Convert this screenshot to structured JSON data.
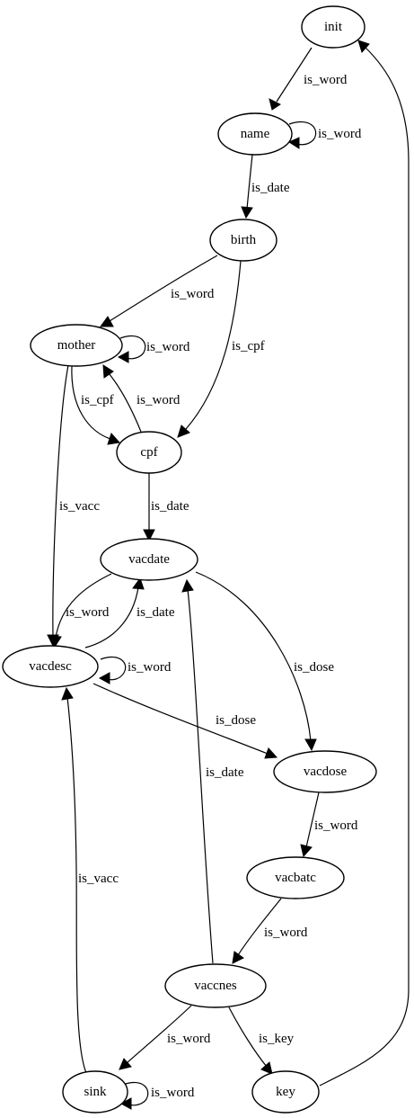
{
  "diagram": {
    "nodes": {
      "init": "init",
      "name": "name",
      "birth": "birth",
      "mother": "mother",
      "cpf": "cpf",
      "vacdate": "vacdate",
      "vacdesc": "vacdesc",
      "vacdose": "vacdose",
      "vacbatc": "vacbatc",
      "vaccnes": "vaccnes",
      "sink": "sink",
      "key": "key"
    },
    "edges": [
      {
        "from": "init",
        "to": "name",
        "label": "is_word"
      },
      {
        "from": "name",
        "to": "name",
        "label": "is_word"
      },
      {
        "from": "name",
        "to": "birth",
        "label": "is_date"
      },
      {
        "from": "birth",
        "to": "mother",
        "label": "is_word"
      },
      {
        "from": "birth",
        "to": "cpf",
        "label": "is_cpf"
      },
      {
        "from": "mother",
        "to": "mother",
        "label": "is_word"
      },
      {
        "from": "mother",
        "to": "cpf",
        "label": "is_cpf"
      },
      {
        "from": "cpf",
        "to": "mother",
        "label": "is_word"
      },
      {
        "from": "mother",
        "to": "vacdesc",
        "label": "is_vacc"
      },
      {
        "from": "cpf",
        "to": "vacdate",
        "label": "is_date"
      },
      {
        "from": "vacdate",
        "to": "vacdesc",
        "label": "is_word"
      },
      {
        "from": "vacdesc",
        "to": "vacdate",
        "label": "is_date"
      },
      {
        "from": "vacdate",
        "to": "vacdose",
        "label": "is_dose"
      },
      {
        "from": "vacdesc",
        "to": "vacdesc",
        "label": "is_word"
      },
      {
        "from": "vacdesc",
        "to": "vacdose",
        "label": "is_dose"
      },
      {
        "from": "vaccnes",
        "to": "vacdate",
        "label": "is_date"
      },
      {
        "from": "vacdose",
        "to": "vacbatc",
        "label": "is_word"
      },
      {
        "from": "sink",
        "to": "vacdesc",
        "label": "is_vacc"
      },
      {
        "from": "vacbatc",
        "to": "vaccnes",
        "label": "is_word"
      },
      {
        "from": "vaccnes",
        "to": "sink",
        "label": "is_word"
      },
      {
        "from": "vaccnes",
        "to": "key",
        "label": "is_key"
      },
      {
        "from": "sink",
        "to": "sink",
        "label": "is_word"
      },
      {
        "from": "key",
        "to": "init",
        "label": ""
      }
    ]
  }
}
